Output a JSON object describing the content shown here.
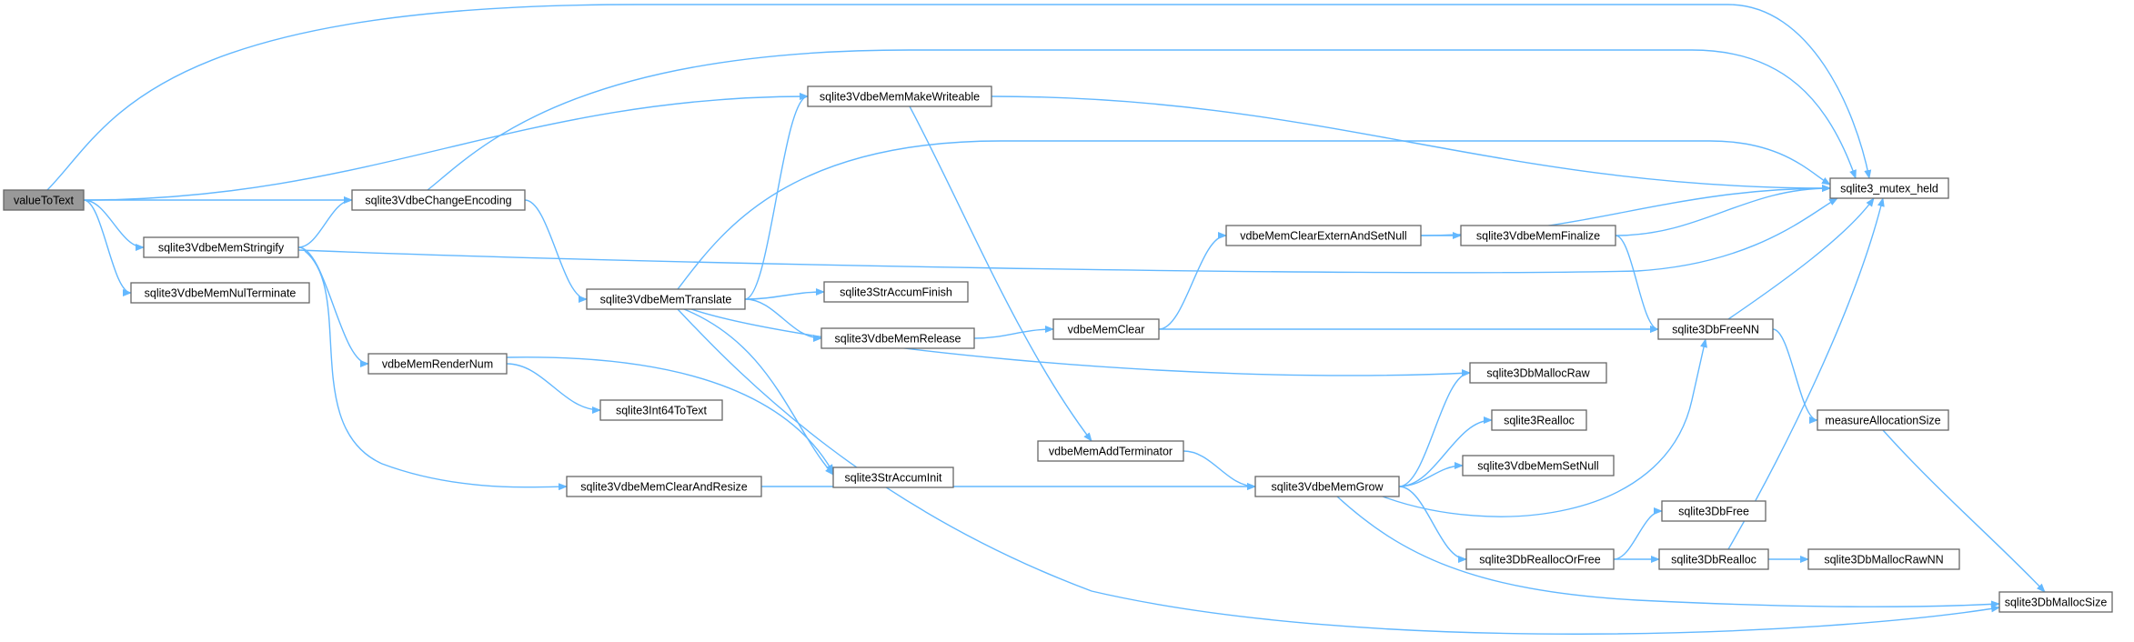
{
  "graph": {
    "colors": {
      "edge": "#63b8ff",
      "node_border": "#666666",
      "root_fill": "#999999",
      "node_fill": "#ffffff"
    },
    "root": "valueToText",
    "nodes": [
      {
        "id": "valueToText",
        "label": "valueToText"
      },
      {
        "id": "changeEncoding",
        "label": "sqlite3VdbeChangeEncoding"
      },
      {
        "id": "memStringify",
        "label": "sqlite3VdbeMemStringify"
      },
      {
        "id": "memNulTerminate",
        "label": "sqlite3VdbeMemNulTerminate"
      },
      {
        "id": "makeWriteable",
        "label": "sqlite3VdbeMemMakeWriteable"
      },
      {
        "id": "memTranslate",
        "label": "sqlite3VdbeMemTranslate"
      },
      {
        "id": "renderNum",
        "label": "vdbeMemRenderNum"
      },
      {
        "id": "clearAndResize",
        "label": "sqlite3VdbeMemClearAndResize"
      },
      {
        "id": "strAccumFinish",
        "label": "sqlite3StrAccumFinish"
      },
      {
        "id": "memRelease",
        "label": "sqlite3VdbeMemRelease"
      },
      {
        "id": "int64ToText",
        "label": "sqlite3Int64ToText"
      },
      {
        "id": "strAccumInit",
        "label": "sqlite3StrAccumInit"
      },
      {
        "id": "addTerminator",
        "label": "vdbeMemAddTerminator"
      },
      {
        "id": "memClear",
        "label": "vdbeMemClear"
      },
      {
        "id": "clearExternAndSetNull",
        "label": "vdbeMemClearExternAndSetNull"
      },
      {
        "id": "memGrow",
        "label": "sqlite3VdbeMemGrow"
      },
      {
        "id": "memFinalize",
        "label": "sqlite3VdbeMemFinalize"
      },
      {
        "id": "dbMallocRaw",
        "label": "sqlite3DbMallocRaw"
      },
      {
        "id": "realloc",
        "label": "sqlite3Realloc"
      },
      {
        "id": "memSetNull",
        "label": "sqlite3VdbeMemSetNull"
      },
      {
        "id": "dbFree",
        "label": "sqlite3DbFree"
      },
      {
        "id": "dbReallocOrFree",
        "label": "sqlite3DbReallocOrFree"
      },
      {
        "id": "dbRealloc",
        "label": "sqlite3DbRealloc"
      },
      {
        "id": "mutexHeld",
        "label": "sqlite3_mutex_held"
      },
      {
        "id": "dbFreeNN",
        "label": "sqlite3DbFreeNN"
      },
      {
        "id": "measureAllocationSize",
        "label": "measureAllocationSize"
      },
      {
        "id": "dbMallocRawNN",
        "label": "sqlite3DbMallocRawNN"
      },
      {
        "id": "dbMallocSize",
        "label": "sqlite3DbMallocSize"
      }
    ],
    "edges": [
      {
        "from": "valueToText",
        "to": "mutexHeld"
      },
      {
        "from": "valueToText",
        "to": "makeWriteable"
      },
      {
        "from": "valueToText",
        "to": "changeEncoding"
      },
      {
        "from": "valueToText",
        "to": "memStringify"
      },
      {
        "from": "valueToText",
        "to": "memNulTerminate"
      },
      {
        "from": "changeEncoding",
        "to": "mutexHeld"
      },
      {
        "from": "changeEncoding",
        "to": "memTranslate"
      },
      {
        "from": "memStringify",
        "to": "changeEncoding"
      },
      {
        "from": "memStringify",
        "to": "mutexHeld"
      },
      {
        "from": "memStringify",
        "to": "renderNum"
      },
      {
        "from": "memStringify",
        "to": "clearAndResize"
      },
      {
        "from": "makeWriteable",
        "to": "mutexHeld"
      },
      {
        "from": "makeWriteable",
        "to": "addTerminator"
      },
      {
        "from": "memTranslate",
        "to": "makeWriteable"
      },
      {
        "from": "memTranslate",
        "to": "mutexHeld"
      },
      {
        "from": "memTranslate",
        "to": "strAccumFinish"
      },
      {
        "from": "memTranslate",
        "to": "memRelease"
      },
      {
        "from": "memTranslate",
        "to": "dbMallocRaw"
      },
      {
        "from": "memTranslate",
        "to": "strAccumInit"
      },
      {
        "from": "memTranslate",
        "to": "dbMallocSize"
      },
      {
        "from": "renderNum",
        "to": "int64ToText"
      },
      {
        "from": "renderNum",
        "to": "strAccumInit"
      },
      {
        "from": "clearAndResize",
        "to": "memGrow"
      },
      {
        "from": "memRelease",
        "to": "memClear"
      },
      {
        "from": "memClear",
        "to": "clearExternAndSetNull"
      },
      {
        "from": "memClear",
        "to": "dbFreeNN"
      },
      {
        "from": "clearExternAndSetNull",
        "to": "mutexHeld"
      },
      {
        "from": "clearExternAndSetNull",
        "to": "memFinalize"
      },
      {
        "from": "memFinalize",
        "to": "mutexHeld"
      },
      {
        "from": "memFinalize",
        "to": "dbFreeNN"
      },
      {
        "from": "addTerminator",
        "to": "memGrow"
      },
      {
        "from": "memGrow",
        "to": "dbMallocRaw"
      },
      {
        "from": "memGrow",
        "to": "realloc"
      },
      {
        "from": "memGrow",
        "to": "memSetNull"
      },
      {
        "from": "memGrow",
        "to": "dbFreeNN"
      },
      {
        "from": "memGrow",
        "to": "dbReallocOrFree"
      },
      {
        "from": "memGrow",
        "to": "dbMallocSize"
      },
      {
        "from": "dbReallocOrFree",
        "to": "dbFree"
      },
      {
        "from": "dbReallocOrFree",
        "to": "dbRealloc"
      },
      {
        "from": "dbRealloc",
        "to": "dbMallocRawNN"
      },
      {
        "from": "dbRealloc",
        "to": "mutexHeld"
      },
      {
        "from": "dbFreeNN",
        "to": "mutexHeld"
      },
      {
        "from": "dbFreeNN",
        "to": "measureAllocationSize"
      },
      {
        "from": "measureAllocationSize",
        "to": "dbMallocSize"
      }
    ]
  }
}
